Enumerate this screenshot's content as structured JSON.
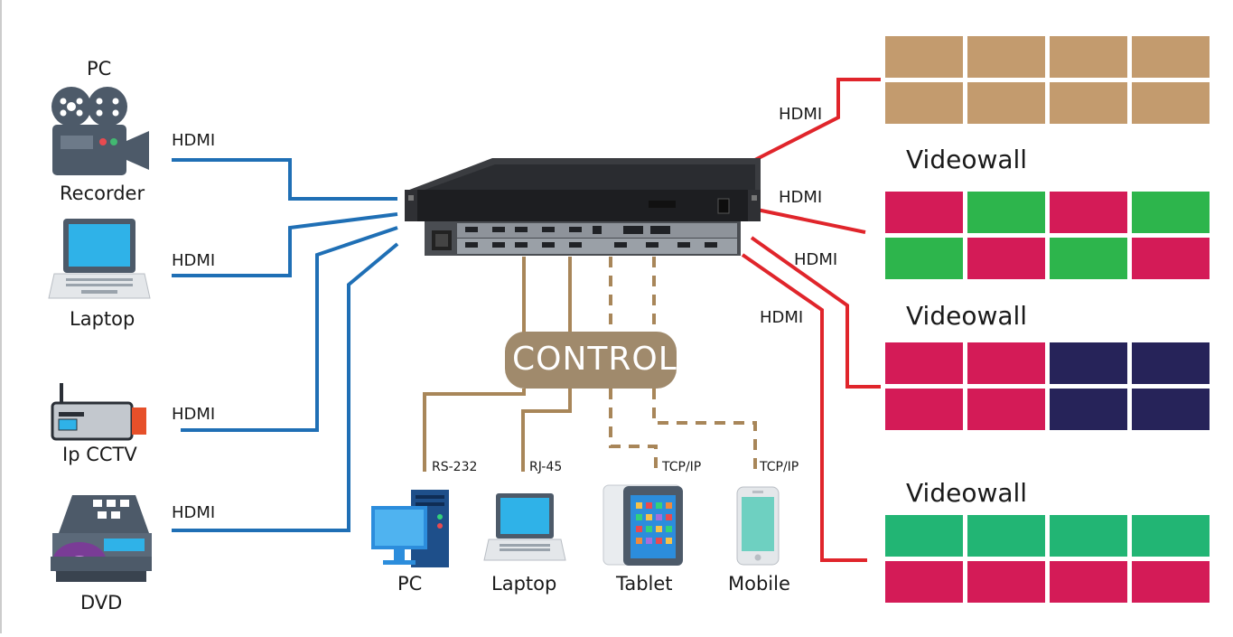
{
  "inputs": {
    "pc_label": "PC",
    "recorder_label": "Recorder",
    "laptop_label": "Laptop",
    "cctv_label": "Ip CCTV",
    "dvd_label": "DVD",
    "hdmi_1": "HDMI",
    "hdmi_2": "HDMI",
    "hdmi_3": "HDMI",
    "hdmi_4": "HDMI"
  },
  "outputs": {
    "hdmi_1": "HDMI",
    "hdmi_2": "HDMI",
    "hdmi_3": "HDMI",
    "hdmi_4": "HDMI",
    "videowall_1": "Videowall",
    "videowall_2": "Videowall",
    "videowall_3": "Videowall",
    "walls": [
      {
        "rows": [
          [
            "tan",
            "tan",
            "tan",
            "tan"
          ],
          [
            "tan",
            "tan",
            "tan",
            "tan"
          ]
        ]
      },
      {
        "rows": [
          [
            "magenta",
            "green",
            "magenta",
            "green"
          ],
          [
            "green",
            "magenta",
            "green",
            "magenta"
          ]
        ]
      },
      {
        "rows": [
          [
            "magenta",
            "magenta",
            "navy",
            "navy"
          ],
          [
            "magenta",
            "magenta",
            "navy",
            "navy"
          ]
        ]
      },
      {
        "rows": [
          [
            "teal",
            "teal",
            "teal",
            "teal"
          ],
          [
            "magenta",
            "magenta",
            "magenta",
            "magenta"
          ]
        ]
      }
    ]
  },
  "control": {
    "label": "CONTROL",
    "rs232": "RS-232",
    "rj45": "RJ-45",
    "tcpip_1": "TCP/IP",
    "tcpip_2": "TCP/IP",
    "pc_label": "PC",
    "laptop_label": "Laptop",
    "tablet_label": "Tablet",
    "mobile_label": "Mobile"
  },
  "colors": {
    "input_line": "#1f6fb5",
    "output_line": "#e0252b",
    "control_line": "#a88659",
    "control_box": "#a08a6c",
    "tan": "#c39b6e",
    "magenta": "#d41b57",
    "green": "#2db54c",
    "navy": "#262359",
    "teal": "#22b574",
    "device_gray": "#4d5a69"
  }
}
